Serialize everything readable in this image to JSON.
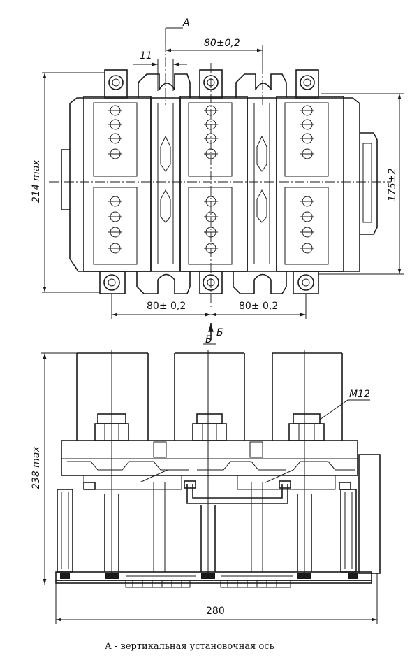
{
  "top_view": {
    "axis_marker": "A",
    "pitch_top": "80±0,2",
    "gap": "11",
    "height_overall": "214 max",
    "height_mount": "175±2",
    "pitch_bottom_left": "80± 0,2",
    "pitch_bottom_right": "80± 0,2",
    "view_arrow": "Б"
  },
  "side_view": {
    "view_marker": "Б",
    "thread_callout": "M12",
    "height_overall": "238 max",
    "width_overall": "280"
  },
  "caption": "А - вертикальная установочная ось"
}
